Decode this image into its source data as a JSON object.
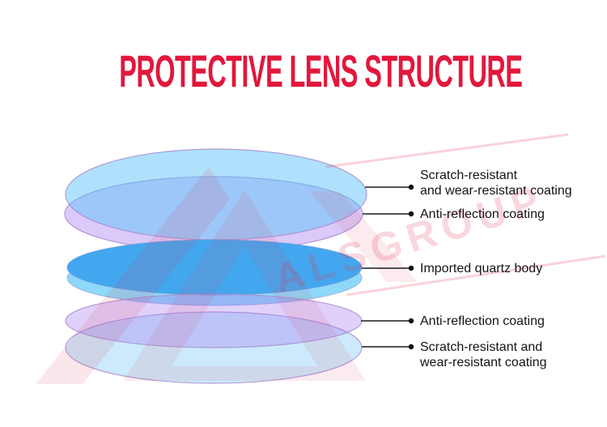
{
  "title": {
    "text": "PROTECTIVE LENS STRUCTURE",
    "color": "#e2173c"
  },
  "watermark": {
    "text": "ALSGROUP",
    "color": "#e23758"
  },
  "lens": {
    "layers": [
      {
        "name": "top scratch-resistant coating",
        "fill": "rgba(95,195,250,0.50)",
        "label": "Scratch-resistant\nand wear-resistant coating"
      },
      {
        "name": "upper anti-reflection coating",
        "fill": "rgba(160,115,240,0.38)",
        "label": "Anti-reflection coating"
      },
      {
        "name": "quartz body",
        "fill": "#42a7ef",
        "rim_fill": "#8ed8f9",
        "label": "Imported quartz body"
      },
      {
        "name": "lower anti-reflection coating",
        "fill": "rgba(160,115,240,0.33)",
        "label": "Anti-reflection coating"
      },
      {
        "name": "bottom scratch-resistant coating",
        "fill": "rgba(110,195,245,0.35)",
        "label": "Scratch-resistant and\nwear-resistant coating"
      }
    ]
  }
}
